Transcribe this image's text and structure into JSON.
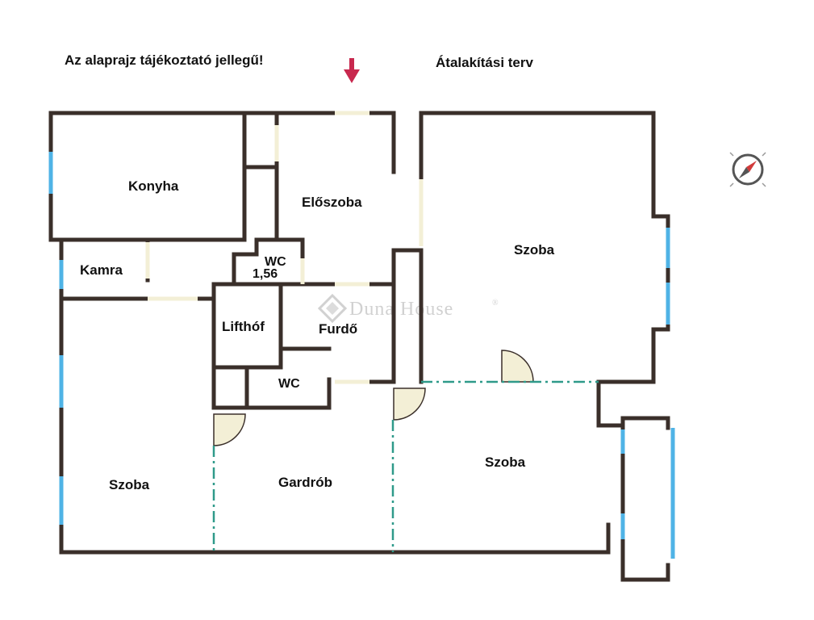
{
  "header": {
    "disclaimer": "Az alaprajz tájékoztató jellegű!",
    "plan_title": "Átalakítási terv"
  },
  "rooms": {
    "konyha": "Konyha",
    "eloszoba": "Előszoba",
    "szoba_east": "Szoba",
    "kamra": "Kamra",
    "wc_upper": "WC",
    "wc_upper_area": "1,56",
    "lifthof": "Lifthóf",
    "furdo": "Furdő",
    "wc_lower": "WC",
    "szoba_west": "Szoba",
    "gardrob": "Gardrób",
    "szoba_south": "Szoba"
  },
  "watermark": {
    "text": "Duna House",
    "mark": "®"
  },
  "colors": {
    "wall": "#3a2f2a",
    "window": "#4fb3e6",
    "door_fill": "#f3efd6",
    "partition": "#2f9a8a",
    "entrance_arrow": "#c8284e",
    "compass": "#555555",
    "compass_needle": "#d23a3a"
  },
  "icons": {
    "entrance": "arrow-down-icon",
    "compass": "compass-icon"
  }
}
